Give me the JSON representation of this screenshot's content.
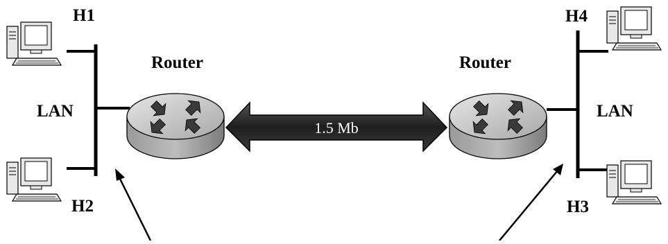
{
  "hosts": {
    "h1": "H1",
    "h2": "H2",
    "h3": "H3",
    "h4": "H4"
  },
  "lans": {
    "left": "LAN",
    "right": "LAN"
  },
  "routers": {
    "left": "Router",
    "right": "Router"
  },
  "link": {
    "bandwidth": "1.5 Mb"
  },
  "colors": {
    "router_top": "#c8c8c8",
    "router_side": "#8a8a8a",
    "arrow": "#3a3a3a",
    "link": "#2b2b2b",
    "computer_body": "#e8e8e8"
  },
  "icons": [
    "computer-icon",
    "router-icon"
  ]
}
